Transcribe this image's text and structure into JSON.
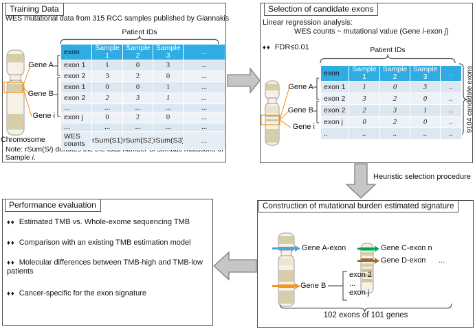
{
  "colors": {
    "table_header": "#2eace3",
    "highlight_orange": "#f7941d",
    "exon_blue": "#4ba6d8",
    "exon_green": "#00a651",
    "exon_brown": "#9c6b38",
    "arrow_gray": "#c6c6c6"
  },
  "training": {
    "title": "Training Data",
    "subtitle": "WES mutational data from 315 RCC samples published by Giannakis",
    "patient_ids": "Patient IDs",
    "genes": [
      "Gene A",
      "Gene B",
      "Gene i"
    ],
    "chromosome": "Chromosome",
    "table": {
      "headers": [
        "exon",
        "Sample 1",
        "Sample 2",
        "Sample 3",
        "..."
      ],
      "rows": [
        [
          "exon 1",
          "1",
          "0",
          "3",
          "..."
        ],
        [
          "exon 2",
          "3",
          "2",
          "0",
          "..."
        ],
        [
          "exon 1",
          "0",
          "0",
          "1",
          "..."
        ],
        [
          "exon 2",
          "2",
          "3",
          "1",
          "..."
        ],
        [
          "...",
          "...",
          "...",
          "...",
          "..."
        ],
        [
          "exon j",
          "0",
          "2",
          "0",
          "..."
        ],
        [
          "...",
          "...",
          "...",
          "...",
          "..."
        ],
        [
          "WES counts",
          "rSum(S1)",
          "rSum(S2)",
          "rSum(S3)",
          "..."
        ]
      ]
    },
    "note": [
      "Note: rSum(S",
      "i",
      ") denotes the the total number of somatic mutations of Sample ",
      "i",
      "."
    ]
  },
  "selection": {
    "title": "Selection of candidate exons",
    "analysis_intro": "Linear regression analysis:",
    "analysis_formula": [
      "WES counts ~ mutational value (Gene ",
      "i",
      "-exon ",
      "j",
      ")"
    ],
    "bullet": "♦♦",
    "fdr": "FDR≤0.01",
    "patient_ids": "Patient IDs",
    "genes": [
      "Gene A",
      "Gene B",
      "Gene i"
    ],
    "candidate_count": "9104 candidate exons",
    "table": {
      "headers": [
        "exon",
        "Sample 1",
        "Sample 2",
        "Sample 3",
        ".."
      ],
      "rows": [
        [
          "exon 1",
          "1",
          "0",
          "3",
          ".."
        ],
        [
          "exon 2",
          "3",
          "2",
          "0",
          ".."
        ],
        [
          "exon 2",
          "2",
          "3",
          "1",
          ".."
        ],
        [
          "exon j",
          "0",
          "2",
          "0",
          ".."
        ],
        [
          "..",
          "..",
          "..",
          "..",
          ".."
        ]
      ]
    }
  },
  "heuristic_label": "Heuristic selection procedure",
  "construction": {
    "title": "Construction of mutational burden estimated signature",
    "gene_a": "Gene A-exon",
    "gene_b": "Gene B",
    "exon_list": [
      "exon 2",
      "...",
      "exon j"
    ],
    "gene_c": "Gene C-exon n",
    "gene_d": "Gene D-exon",
    "more": "...",
    "summary": "102 exons of 101 genes"
  },
  "evaluation": {
    "title": "Performance evaluation",
    "bullet": "♦♦",
    "items": [
      "Estimated TMB vs. Whole-exome sequencing TMB",
      "Comparison with an existing TMB estimation model",
      "Molecular differences between TMB-high and TMB-low patients",
      "Cancer-specific for the exon signature"
    ]
  }
}
